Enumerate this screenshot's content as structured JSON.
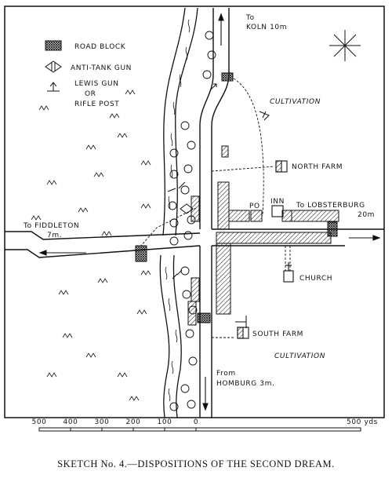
{
  "legend": {
    "road_block": "ROAD BLOCK",
    "anti_tank_gun": "ANTI-TANK GUN",
    "lewis_gun_1": "LEWIS GUN",
    "lewis_gun_2": "OR",
    "lewis_gun_3": "RIFLE POST"
  },
  "labels": {
    "to_koln_1": "To",
    "to_koln_2": "KOLN 10m",
    "cultivation_north": "CULTIVATION",
    "north_farm": "NORTH FARM",
    "po": "PO",
    "inn": "INN",
    "to_lobsterburg_1": "To LOBSTERBURG",
    "to_lobsterburg_2": "20m",
    "to_fiddleton_1": "To FIDDLETON",
    "to_fiddleton_2": "7m.",
    "church": "CHURCH",
    "south_farm": "SOUTH FARM",
    "cultivation_south": "CULTIVATION",
    "from_homburg_1": "From",
    "from_homburg_2": "HOMBURG 3m."
  },
  "scale": {
    "ticks": [
      "500",
      "400",
      "300",
      "200",
      "100",
      "0"
    ],
    "end_label": "500 yds"
  },
  "caption": "SKETCH No. 4.—DISPOSITIONS OF THE SECOND DREAM."
}
